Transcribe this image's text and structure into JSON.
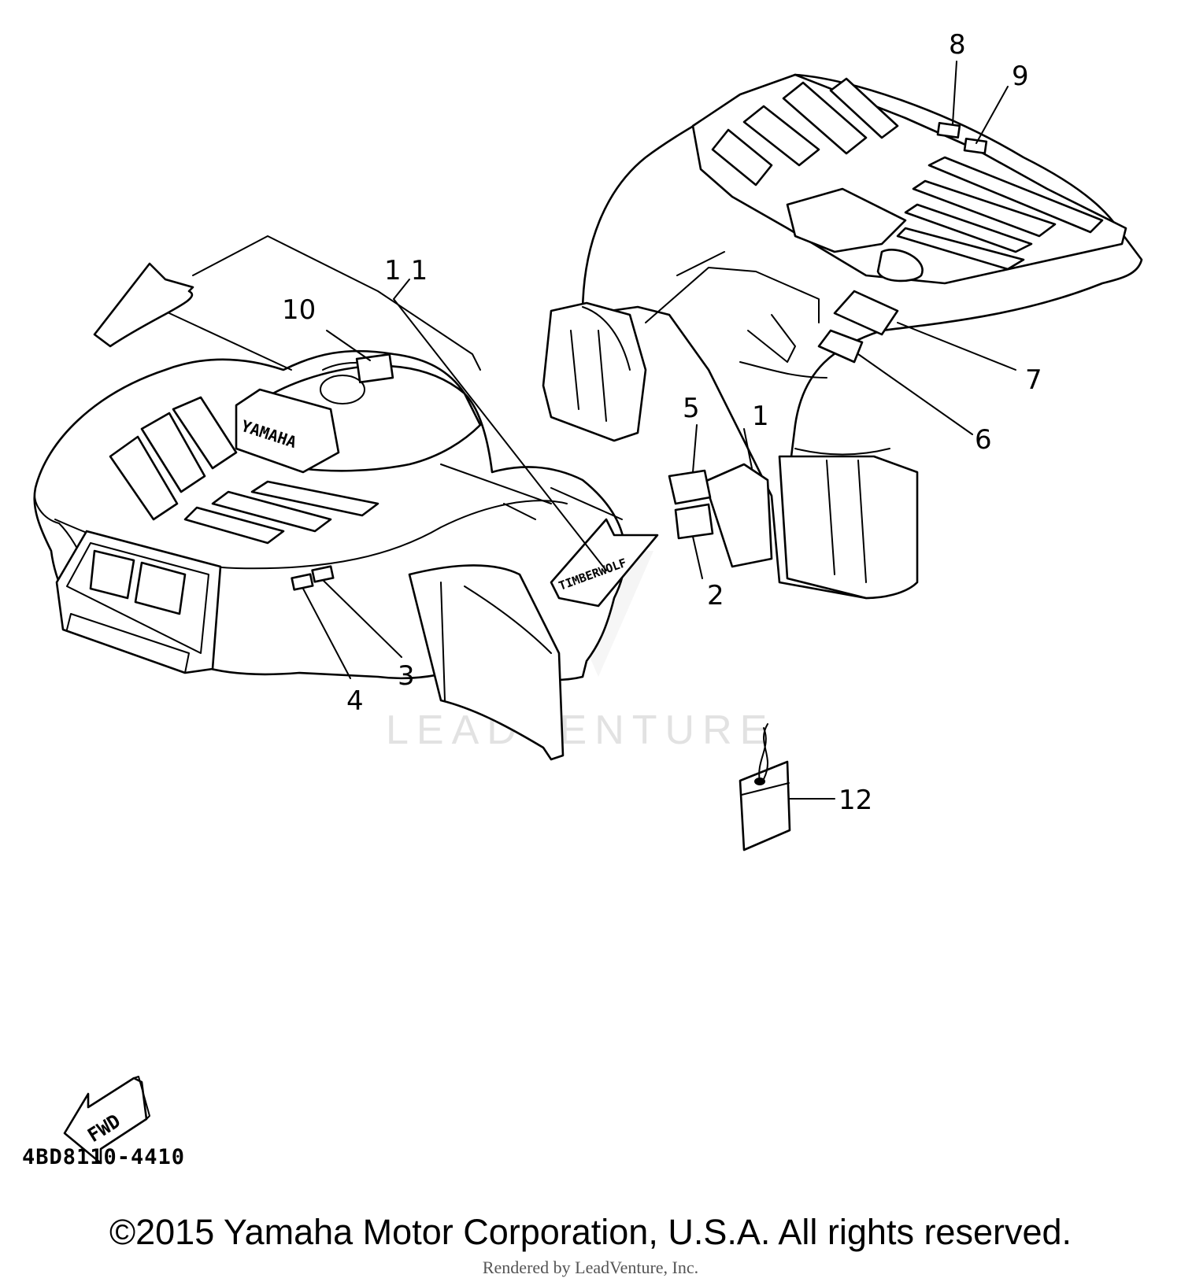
{
  "diagram": {
    "callouts": [
      "1",
      "2",
      "3",
      "4",
      "5",
      "6",
      "7",
      "8",
      "9",
      "10",
      "11",
      "12"
    ],
    "decal_text": {
      "yamaha": "YAMAHA",
      "timberwolf": "TIMBERWOLF",
      "fwd": "FWD"
    },
    "watermark": "LEADVENTURE",
    "part_code": "4BD8110-4410"
  },
  "footer": {
    "copyright": "©2015 Yamaha Motor Corporation, U.S.A. All rights reserved.",
    "rendered_by": "Rendered by LeadVenture, Inc."
  }
}
